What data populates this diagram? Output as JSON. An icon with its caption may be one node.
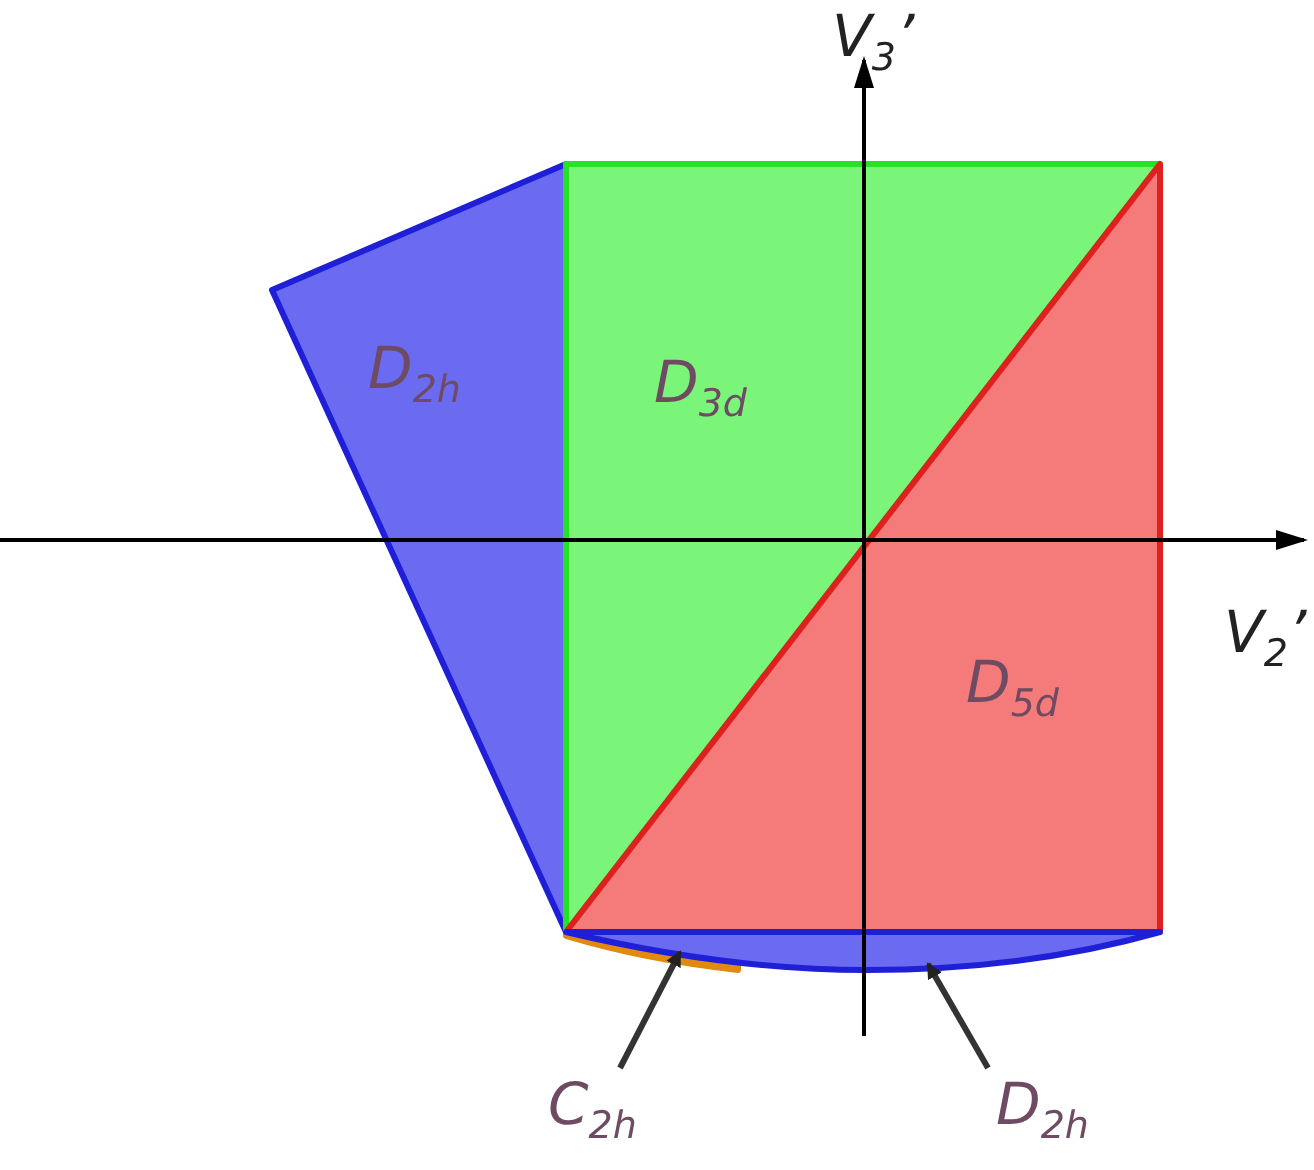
{
  "diagram": {
    "nodes": [
      {
        "text": [
          "D$_{2h}$"
        ]
      },
      {
        "text": [
          "D$_{3d}$"
        ]
      },
      {
        "text": [
          "D$_{5d}$"
        ]
      },
      {
        "text": [],
        "shape": "bar"
      },
      {
        "text": [],
        "shape": "bar"
      },
      {
        "text": [
          "C$_{2h}$"
        ]
      },
      {
        "text": [
          "D$_{2h}$"
        ]
      }
    ],
    "edges": [
      {
        "from": 5,
        "to": 3,
        "arrow": "to"
      },
      {
        "from": 6,
        "to": 4,
        "arrow": "to"
      }
    ],
    "labels": [
      "V$_{3}$’",
      "V$_{2}$’"
    ]
  }
}
